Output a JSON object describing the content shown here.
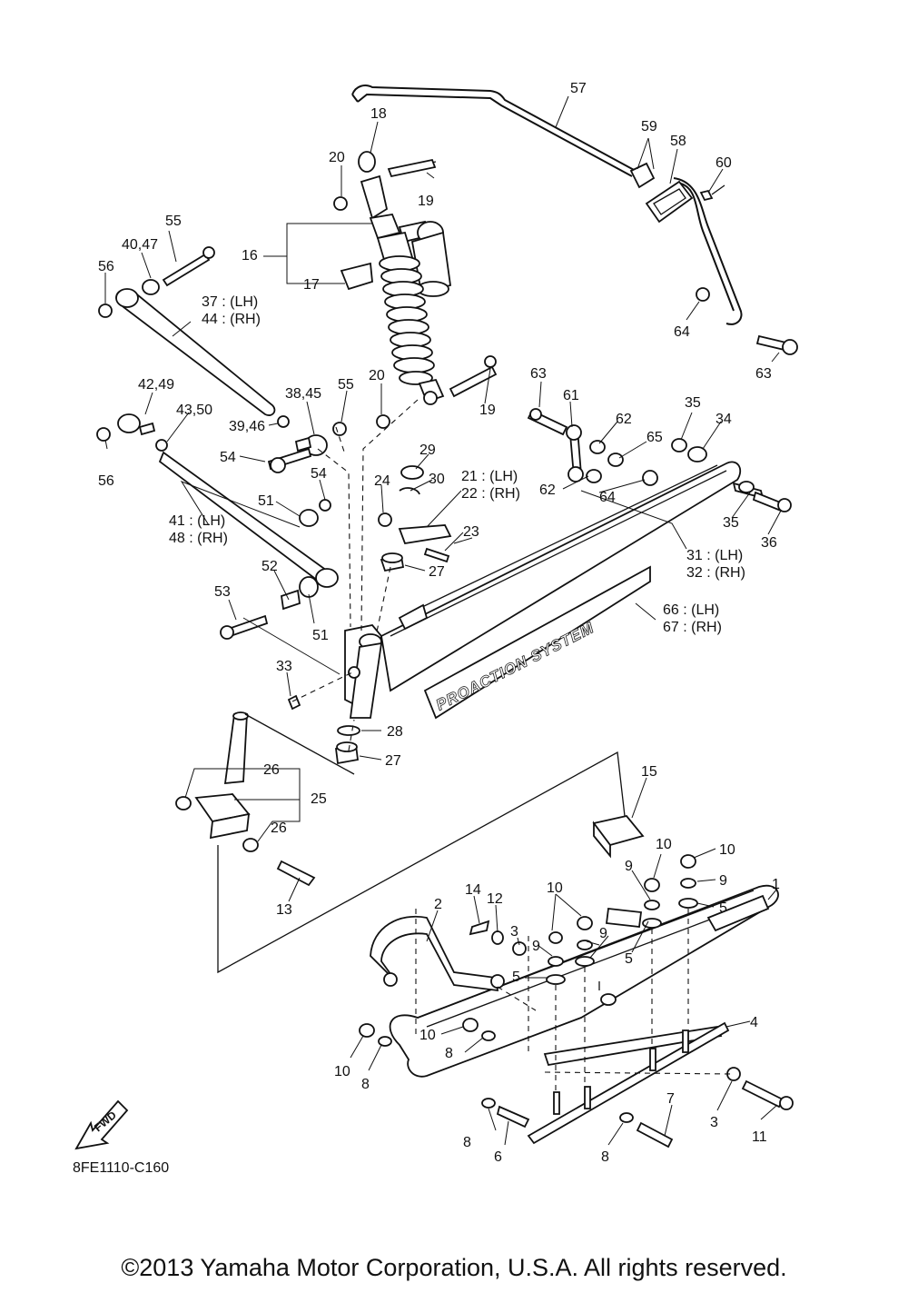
{
  "diagram_code": "8FE1110-C160",
  "copyright": "©2013 Yamaha Motor Corporation, U.S.A. All rights reserved.",
  "brand_text": "PROACTION SYSTEM",
  "fwd_label": "FWD",
  "labels": {
    "l57": "57",
    "l18": "18",
    "l20a": "20",
    "l19a": "19",
    "l59": "59",
    "l58": "58",
    "l60": "60",
    "l55a": "55",
    "l4047": "40,47",
    "l56a": "56",
    "l16": "16",
    "l17": "17",
    "l37": "37 : (LH)",
    "l44": "44 : (RH)",
    "l64a": "64",
    "l63a": "63",
    "l4249": "42,49",
    "l4350": "43,50",
    "l3845": "38,45",
    "l55b": "55",
    "l20b": "20",
    "l19b": "19",
    "l63b": "63",
    "l61": "61",
    "l3946": "39,46",
    "l56b": "56",
    "l54a": "54",
    "l35a": "35",
    "l34": "34",
    "l62a": "62",
    "l65": "65",
    "l29": "29",
    "l54b": "54",
    "l24": "24",
    "l30": "30",
    "l21": "21 : (LH)",
    "l22": "22 : (RH)",
    "l62b": "62",
    "l64b": "64",
    "l35b": "35",
    "l36": "36",
    "l51a": "51",
    "l41": "41 : (LH)",
    "l48": "48 : (RH)",
    "l23": "23",
    "l31": "31 : (LH)",
    "l32": "32 : (RH)",
    "l27a": "27",
    "l52": "52",
    "l53": "53",
    "l66": "66 : (LH)",
    "l67": "67 : (RH)",
    "l51b": "51",
    "l33": "33",
    "l28": "28",
    "l27b": "27",
    "l26a": "26",
    "l25": "25",
    "l15": "15",
    "l26b": "26",
    "l10a": "10",
    "l10b": "10",
    "l9a": "9",
    "l9b": "9",
    "l1": "1",
    "l5a": "5",
    "l13": "13",
    "l10c": "10",
    "l14": "14",
    "l12": "12",
    "l2": "2",
    "l3a": "3",
    "l9c": "9",
    "l9d": "9",
    "l5b": "5",
    "l5c": "5",
    "l5d": "5",
    "l4": "4",
    "l10d": "10",
    "l8a": "8",
    "l10e": "10",
    "l8b": "8",
    "l7": "7",
    "l3b": "3",
    "l11": "11",
    "l8c": "8",
    "l6": "6",
    "l8d": "8"
  }
}
